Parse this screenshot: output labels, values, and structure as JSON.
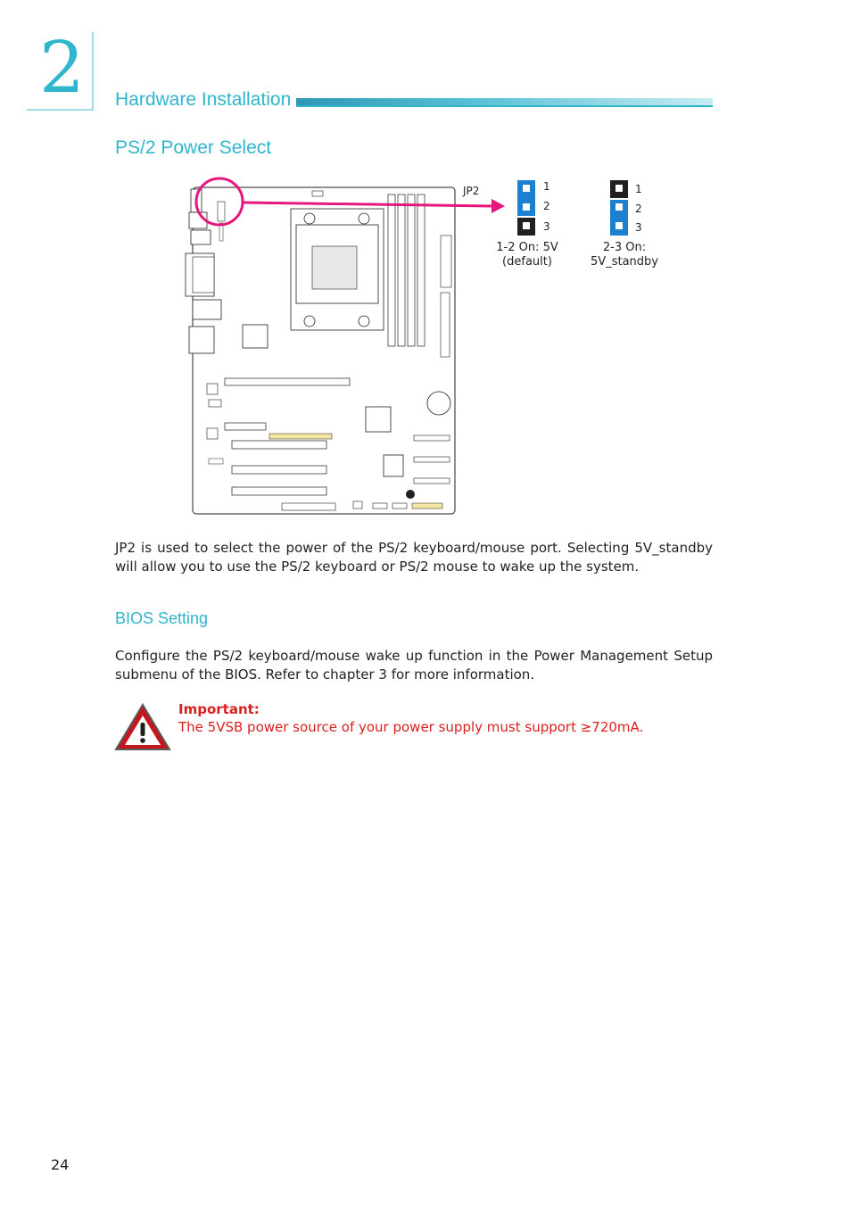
{
  "chapter": {
    "number": "2",
    "title": "Hardware Installation"
  },
  "section": {
    "title": "PS/2 Power Select"
  },
  "figure": {
    "jumper_label": "JP2",
    "setting1": {
      "pins": [
        "1",
        "2",
        "3"
      ],
      "line1": "1-2 On: 5V",
      "line2": "(default)"
    },
    "setting2": {
      "pins": [
        "1",
        "2",
        "3"
      ],
      "line1": "2-3 On:",
      "line2": "5V_standby"
    },
    "colors": {
      "jumper_blue": "#1d7fd0",
      "pin_black": "#231f20",
      "highlight_magenta": "#e5177e"
    }
  },
  "description": "JP2 is used to select the power of the PS/2 keyboard/mouse port. Selecting 5V_standby will allow you to use the PS/2 keyboard or PS/2 mouse to wake up the system.",
  "bios": {
    "title": "BIOS Setting",
    "text": "Configure the PS/2 keyboard/mouse wake up function in the Power Management Setup submenu of the BIOS. Refer to chapter 3 for more information."
  },
  "important": {
    "label": "Important:",
    "text": "The 5VSB power source of your power supply must support ≥720mA.",
    "icon": "warning-triangle-icon"
  },
  "page_number": "24",
  "theme": {
    "accent": "#2fb6cd",
    "warning_red": "#d9201f"
  }
}
